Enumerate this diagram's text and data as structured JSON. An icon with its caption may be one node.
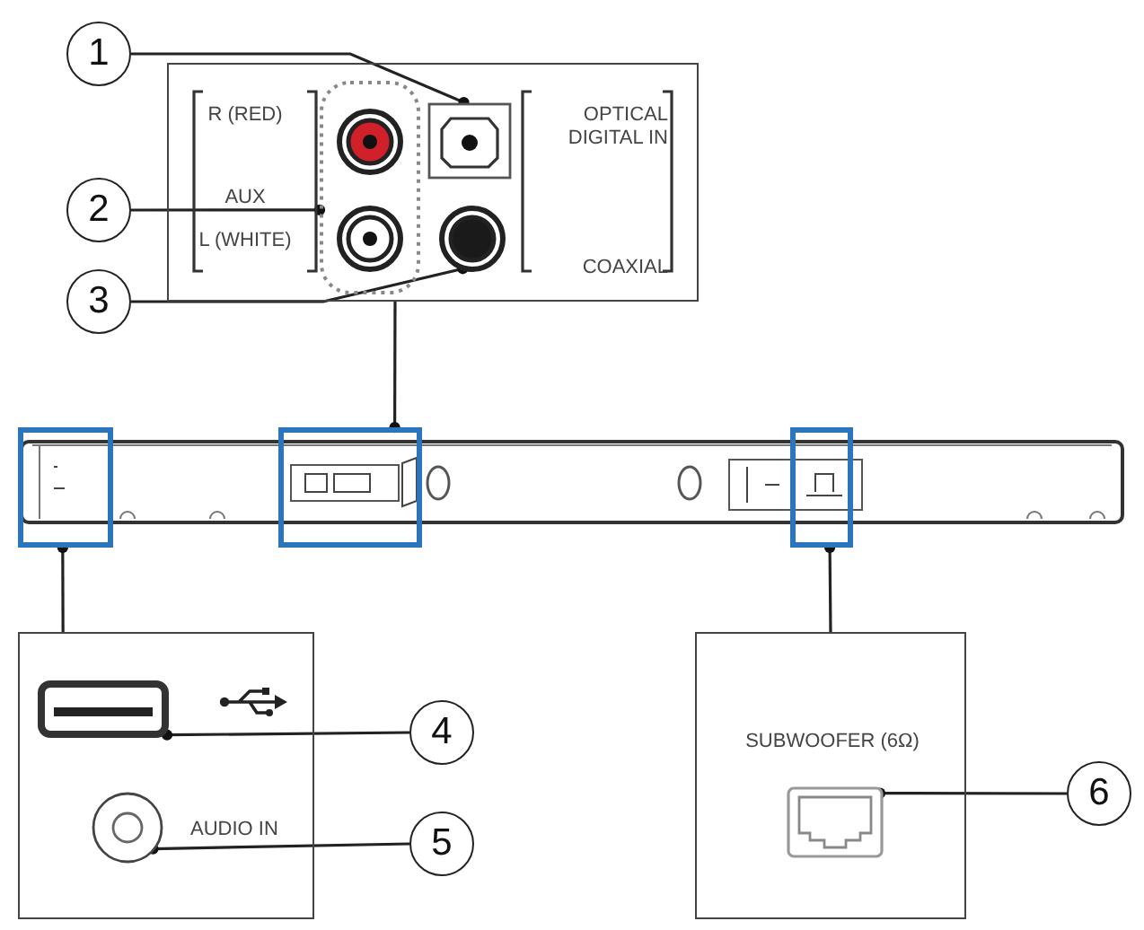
{
  "diagram": {
    "nodes": [
      {
        "text": [
          "1"
        ]
      },
      {
        "text": [
          "2"
        ]
      },
      {
        "text": [
          "3"
        ]
      },
      {
        "text": [
          "4"
        ]
      },
      {
        "text": [
          "5"
        ]
      },
      {
        "text": [
          "6"
        ]
      },
      {
        "text": [
          "R (RED)",
          "AUX",
          "L (WHITE)",
          "OPTICAL DIGITAL IN",
          "COAXIAL"
        ]
      },
      {
        "text": [],
        "shape": "box",
        "in": 6
      },
      {
        "text": [],
        "shape": "circle",
        "in": 7
      },
      {
        "text": [],
        "shape": "box",
        "in": 6
      },
      {
        "text": [],
        "shape": "circle",
        "in": 7
      },
      {
        "text": [],
        "shape": "circle",
        "in": 6
      },
      {
        "text": [],
        "shape": "bar"
      },
      {
        "text": [],
        "shape": "box"
      },
      {
        "text": [],
        "shape": "box"
      },
      {
        "text": [],
        "shape": "box"
      },
      {
        "text": [
          "AUDIO IN"
        ]
      },
      {
        "text": [],
        "shape": "box",
        "in": 16
      },
      {
        "text": [],
        "shape": "circle",
        "in": 16
      },
      {
        "text": [
          "SUBWOOFER (6Ω)"
        ]
      },
      {
        "text": [],
        "shape": "box",
        "in": 19
      }
    ],
    "edges": [
      {
        "from": 0,
        "to": 9,
        "arrow": "other"
      },
      {
        "from": 1,
        "to": 7,
        "arrow": "other"
      },
      {
        "from": 2,
        "to": 11,
        "arrow": "other"
      },
      {
        "from": 3,
        "to": 17,
        "arrow": "other"
      },
      {
        "from": 4,
        "to": 18,
        "arrow": "other"
      },
      {
        "from": 5,
        "to": 20,
        "arrow": "other"
      },
      {
        "from": 6,
        "to": 14,
        "arrow": "other"
      },
      {
        "from": 16,
        "to": 13,
        "arrow": "other"
      },
      {
        "from": 19,
        "to": 15,
        "arrow": "other"
      }
    ]
  }
}
